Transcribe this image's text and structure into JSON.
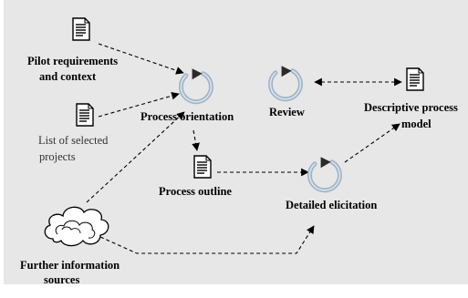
{
  "nodes": {
    "pilot_requirements": {
      "line1": "Pilot requirements",
      "line2": "and context",
      "icon": "document-icon"
    },
    "selected_projects": {
      "line1": "List of selected",
      "line2": "projects",
      "icon": "document-icon"
    },
    "process_orientation": {
      "label": "Process orientation",
      "icon": "cycle-icon"
    },
    "process_outline": {
      "label": "Process outline",
      "icon": "document-icon"
    },
    "further_sources": {
      "line1": "Further information",
      "line2": "sources",
      "icon": "cloud-icon"
    },
    "detailed_elicitation": {
      "label": "Detailed elicitation",
      "icon": "cycle-icon"
    },
    "review": {
      "label": "Review",
      "icon": "cycle-icon"
    },
    "descriptive_model": {
      "line1": "Descriptive process",
      "line2": "model",
      "icon": "document-icon"
    }
  },
  "colors": {
    "background": "#e7e7e7",
    "cycle_stroke": "#9fb4c8",
    "cycle_head": "#2a2a2a",
    "arrow": "#000000"
  }
}
